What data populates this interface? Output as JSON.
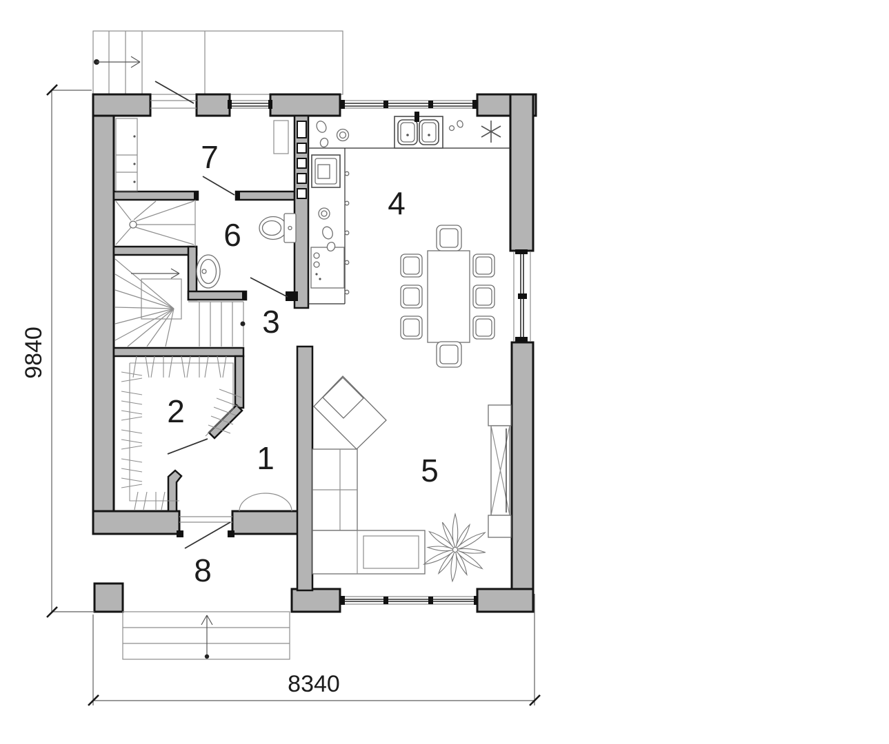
{
  "plan": {
    "type": "floor-plan",
    "rooms": [
      {
        "number": "1"
      },
      {
        "number": "2"
      },
      {
        "number": "3"
      },
      {
        "number": "4"
      },
      {
        "number": "5"
      },
      {
        "number": "6"
      },
      {
        "number": "7"
      },
      {
        "number": "8"
      }
    ],
    "dimensions": {
      "overall_width": "8340",
      "overall_height": "9840"
    },
    "colors": {
      "wall_fill": "#b4b4b4",
      "outline": "#141414",
      "thin_line": "#6f6f6f",
      "background": "#ffffff"
    }
  }
}
